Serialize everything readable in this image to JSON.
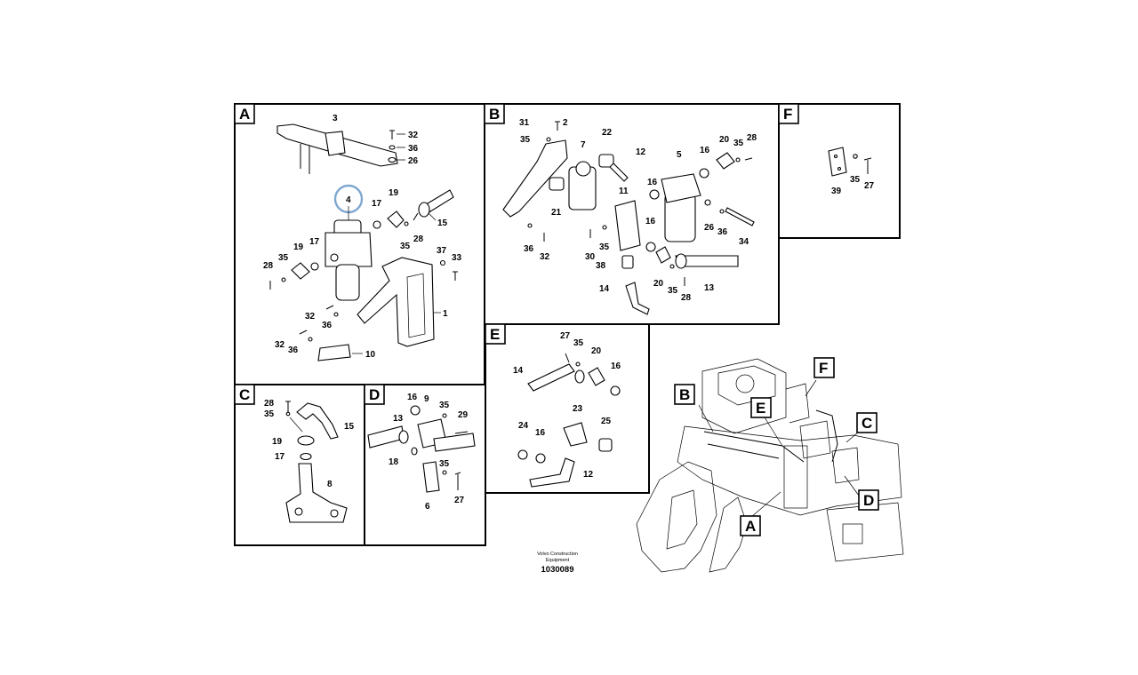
{
  "panels": {
    "A": {
      "tag": "A",
      "labels": [
        "3",
        "32",
        "36",
        "26",
        "4",
        "17",
        "19",
        "15",
        "35",
        "28",
        "19",
        "17",
        "35",
        "28",
        "37",
        "33",
        "1",
        "32",
        "36",
        "32",
        "36",
        "10"
      ]
    },
    "B": {
      "tag": "B",
      "labels": [
        "31",
        "2",
        "35",
        "7",
        "22",
        "12",
        "5",
        "16",
        "20",
        "35",
        "28",
        "21",
        "11",
        "16",
        "16",
        "36",
        "32",
        "30",
        "35",
        "26",
        "36",
        "34",
        "38",
        "20",
        "35",
        "13",
        "14",
        "28"
      ]
    },
    "C": {
      "tag": "C",
      "labels": [
        "28",
        "35",
        "15",
        "19",
        "17",
        "8"
      ]
    },
    "D": {
      "tag": "D",
      "labels": [
        "16",
        "9",
        "35",
        "13",
        "29",
        "18",
        "35",
        "6",
        "27"
      ]
    },
    "E": {
      "tag": "E",
      "labels": [
        "27",
        "35",
        "20",
        "14",
        "16",
        "23",
        "24",
        "16",
        "25",
        "12"
      ]
    },
    "F": {
      "tag": "F",
      "labels": [
        "39",
        "35",
        "27"
      ]
    }
  },
  "overview": {
    "tags": [
      "B",
      "E",
      "F",
      "C",
      "A",
      "D"
    ]
  },
  "highlight": {
    "color": "#7fa7cf"
  },
  "footer": {
    "line1": "Volvo Construction",
    "line2": "Equipment",
    "drawing_number": "1030089"
  }
}
